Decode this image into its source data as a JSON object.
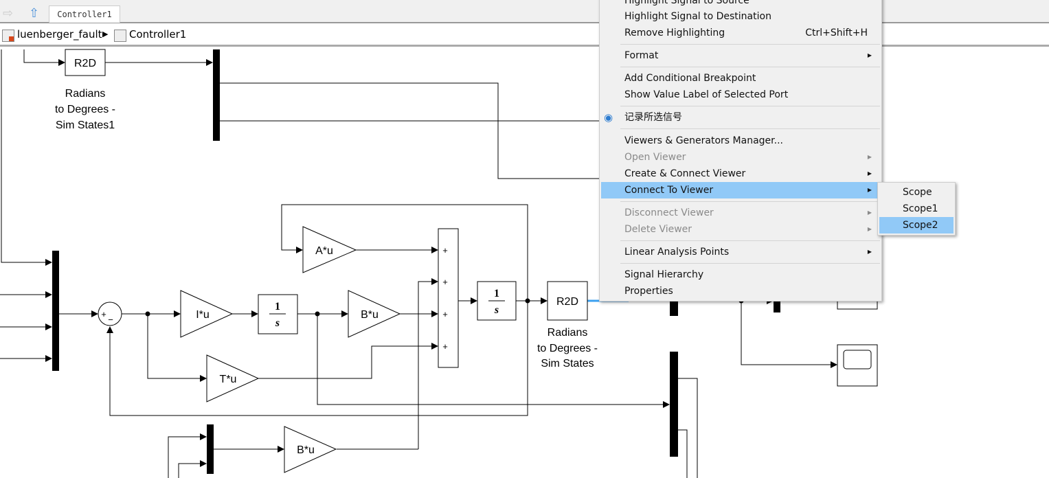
{
  "tabbar": {
    "tab": "Controller1",
    "back_icon": "arrow-right-icon",
    "up_icon": "arrow-up-icon"
  },
  "breadcrumb": {
    "items": [
      "luenberger_fault",
      "Controller1"
    ]
  },
  "diagram": {
    "r2d_top": {
      "label": "R2D",
      "caption": [
        "Radians",
        "to Degrees -",
        "Sim States1"
      ]
    },
    "r2d_bottom": {
      "label": "R2D",
      "caption": [
        "Radians",
        "to Degrees -",
        "Sim States"
      ]
    },
    "gains": {
      "a": "A*u",
      "i": "I*u",
      "b": "B*u",
      "t": "T*u",
      "b2": "B*u"
    },
    "integrator": {
      "num": "1",
      "den": "s"
    },
    "sum_signs": [
      "+",
      "+",
      "+",
      "+"
    ],
    "sum_small": {
      "plus": "+",
      "minus": "−"
    }
  },
  "context_menu": {
    "items": [
      {
        "label": "Highlight Signal to Source"
      },
      {
        "label": "Highlight Signal to Destination"
      },
      {
        "label": "Remove Highlighting",
        "shortcut": "Ctrl+Shift+H"
      },
      {
        "label": "Format",
        "submenu": true
      },
      {
        "label": "Add Conditional Breakpoint"
      },
      {
        "label": "Show Value Label of Selected Port"
      },
      {
        "label": "记录所选信号",
        "icon": "wifi-signal-icon"
      },
      {
        "label": "Viewers & Generators Manager..."
      },
      {
        "label": "Open Viewer",
        "submenu": true,
        "disabled": true
      },
      {
        "label": "Create & Connect Viewer",
        "submenu": true
      },
      {
        "label": "Connect To Viewer",
        "submenu": true,
        "highlighted": true
      },
      {
        "label": "Disconnect Viewer",
        "submenu": true,
        "disabled": true
      },
      {
        "label": "Delete Viewer",
        "submenu": true,
        "disabled": true
      },
      {
        "label": "Linear Analysis Points",
        "submenu": true
      },
      {
        "label": "Signal Hierarchy"
      },
      {
        "label": "Properties"
      }
    ],
    "submenu": {
      "items": [
        "Scope",
        "Scope1",
        "Scope2"
      ],
      "highlighted": "Scope2"
    },
    "highlight_color": "#91c9f7"
  }
}
